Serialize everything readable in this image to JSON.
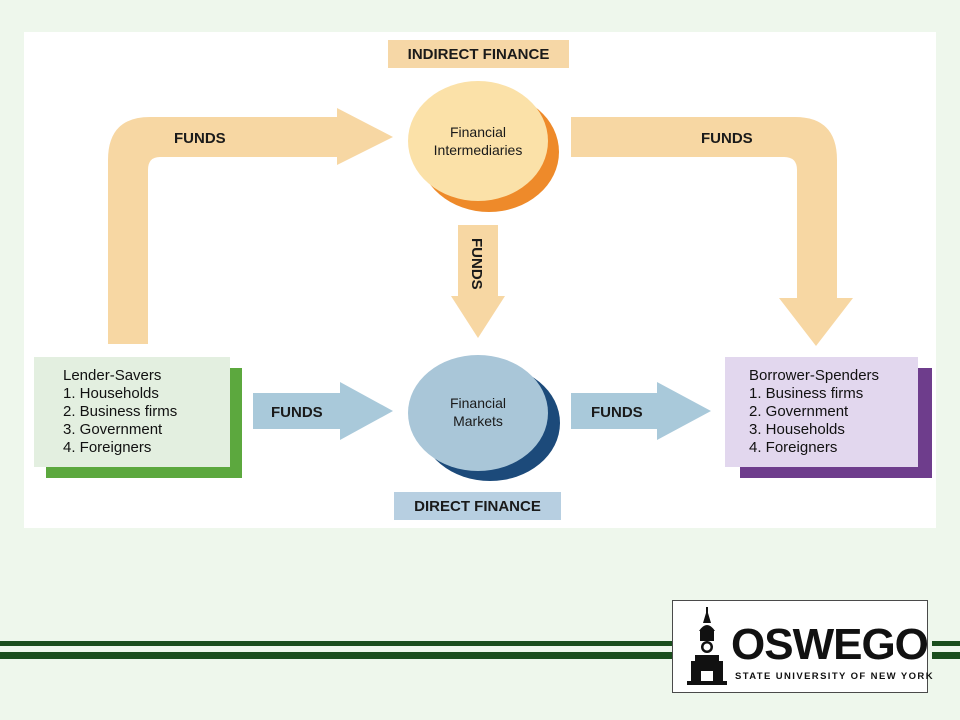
{
  "diagram": {
    "indirect_label": "INDIRECT FINANCE",
    "direct_label": "DIRECT FINANCE",
    "intermediaries": {
      "line1": "Financial",
      "line2": "Intermediaries"
    },
    "markets": {
      "line1": "Financial",
      "line2": "Markets"
    },
    "funds_label": "FUNDS",
    "lender": {
      "title": "Lender-Savers",
      "items": [
        "1. Households",
        "2. Business firms",
        "3. Government",
        "4. Foreigners"
      ]
    },
    "borrower": {
      "title": "Borrower-Spenders",
      "items": [
        "1. Business firms",
        "2. Government",
        "3. Households",
        "4. Foreigners"
      ]
    }
  },
  "logo": {
    "name": "OSWEGO",
    "subtitle": "STATE UNIVERSITY OF NEW YORK"
  },
  "colors": {
    "background": "#eef7ec",
    "funds_arrow_orange": "#f7d7a3",
    "funds_arrow_blue": "#a9c9da",
    "intermediaries_circle": "#fbe1a8",
    "intermediaries_shadow": "#ee8a2a",
    "markets_circle": "#a9c6d8",
    "markets_shadow": "#1c4a7a",
    "lender_box": "#e3efe0",
    "lender_shadow": "#5ca83e",
    "borrower_box": "#e2d7ee",
    "borrower_shadow": "#6e3d8c",
    "stripe": "#1a4e1d"
  }
}
